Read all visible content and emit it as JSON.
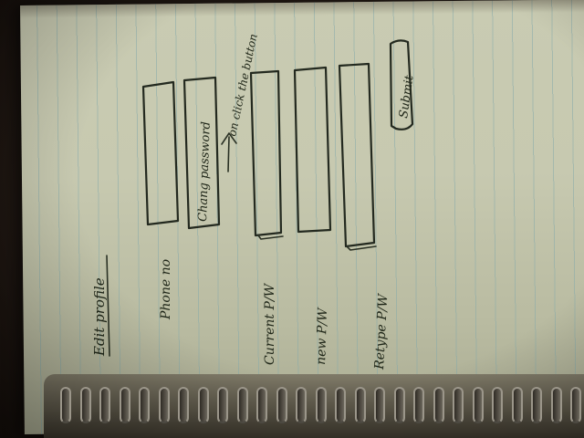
{
  "sketch": {
    "title": "Edit profile",
    "fields": [
      {
        "label": "Phone no"
      },
      {
        "label": "Current P/W"
      },
      {
        "label": "new P/W"
      },
      {
        "label": "Retype P/W"
      }
    ],
    "change_password_button": "Chang password",
    "annotation": "on click the button",
    "submit_button": "Submit"
  }
}
